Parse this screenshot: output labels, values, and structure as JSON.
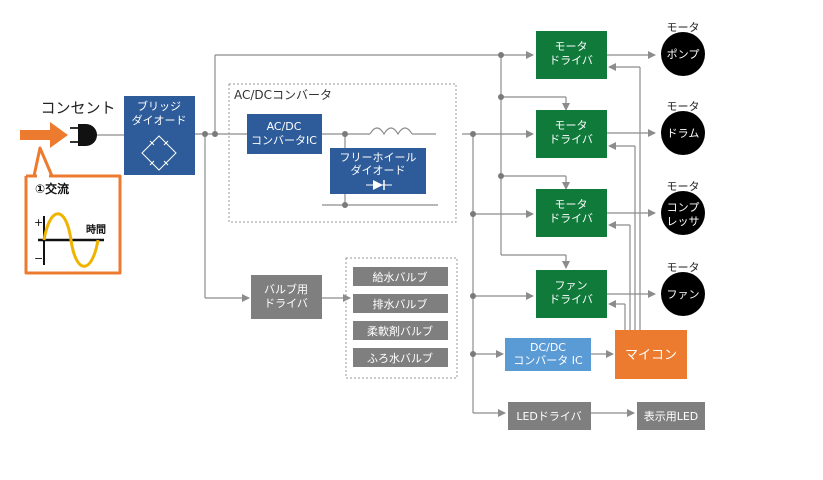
{
  "outlet": {
    "label": "コンセント"
  },
  "callout": {
    "title": "①交流",
    "plus": "+",
    "minus": "−",
    "time": "時間"
  },
  "bridge": {
    "line1": "ブリッジ",
    "line2": "ダイオード"
  },
  "acdc_group": {
    "label": "AC/DCコンバータ"
  },
  "acdc_ic": {
    "line1": "AC/DC",
    "line2": "コンバータIC"
  },
  "freewheel": {
    "line1": "フリーホイール",
    "line2": "ダイオード"
  },
  "valve_driver": {
    "line1": "バルブ用",
    "line2": "ドライバ"
  },
  "valves": [
    "給水バルブ",
    "排水バルブ",
    "柔軟剤バルブ",
    "ふろ水バルブ"
  ],
  "drivers": [
    {
      "line1": "モータ",
      "line2": "ドライバ"
    },
    {
      "line1": "モータ",
      "line2": "ドライバ"
    },
    {
      "line1": "モータ",
      "line2": "ドライバ"
    },
    {
      "line1": "ファン",
      "line2": "ドライバ"
    }
  ],
  "loads": [
    {
      "tag": "モータ",
      "line1": "ポンプ",
      "line2": ""
    },
    {
      "tag": "モータ",
      "line1": "ドラム",
      "line2": ""
    },
    {
      "tag": "モータ",
      "line1": "コンプ",
      "line2": "レッサ"
    },
    {
      "tag": "モータ",
      "line1": "ファン",
      "line2": ""
    }
  ],
  "dcdc": {
    "line1": "DC/DC",
    "line2": "コンバータ IC"
  },
  "mcu": {
    "label": "マイコン"
  },
  "led_driver": {
    "label": "LEDドライバ"
  },
  "display_led": {
    "label": "表示用LED"
  },
  "colors": {
    "navy": "#2e5b9a",
    "green": "#0f7a3a",
    "gray": "#7f7f7f",
    "orange": "#ec7b30",
    "lightblue": "#5b9bd5",
    "black": "#000000"
  }
}
